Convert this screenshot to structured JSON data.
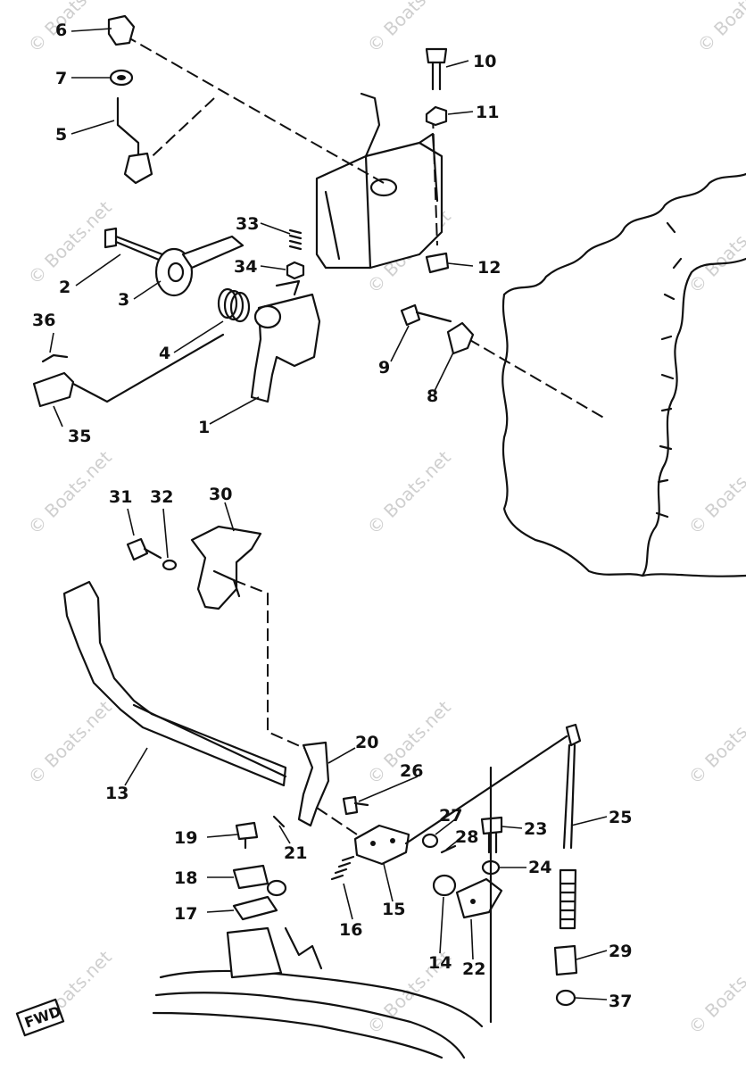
{
  "watermark": "© Boats.net",
  "fwd_marker": "FWD",
  "part_labels": [
    "6",
    "7",
    "5",
    "2",
    "3",
    "4",
    "36",
    "35",
    "1",
    "33",
    "34",
    "10",
    "11",
    "12",
    "9",
    "8",
    "31",
    "32",
    "30",
    "13",
    "20",
    "26",
    "27",
    "28",
    "23",
    "25",
    "19",
    "21",
    "18",
    "24",
    "17",
    "16",
    "15",
    "14",
    "22",
    "29",
    "37"
  ]
}
